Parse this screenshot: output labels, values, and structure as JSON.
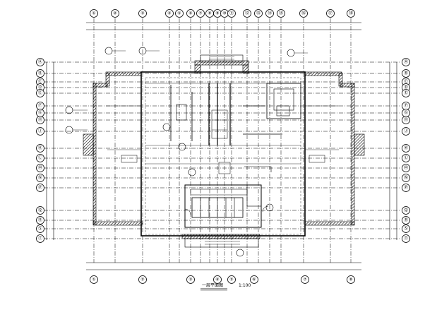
{
  "drawing": {
    "title": "一层平面图",
    "scale": "1:100"
  },
  "grid_top": [
    "①",
    "②",
    "③",
    "④",
    "⑤",
    "⑥",
    "⑦",
    "⑧",
    "⑨",
    "⑩",
    "⑪",
    "⑫",
    "⑬",
    "⑭",
    "⑮",
    "⑯",
    "⑰",
    "⑱"
  ],
  "grid_bottom": [
    "①",
    "②",
    "③",
    "④",
    "⑤",
    "⑥",
    "⑦",
    "⑧"
  ],
  "grid_side": [
    "Ⓐ",
    "Ⓑ",
    "Ⓒ",
    "Ⓓ",
    "Ⓔ",
    "Ⓕ",
    "Ⓖ",
    "Ⓗ",
    "Ⓙ",
    "Ⓚ",
    "Ⓛ",
    "Ⓜ",
    "Ⓝ",
    "Ⓟ",
    "Ⓠ",
    "Ⓡ",
    "Ⓢ",
    "Ⓣ",
    "Ⓤ",
    "Ⓥ"
  ]
}
